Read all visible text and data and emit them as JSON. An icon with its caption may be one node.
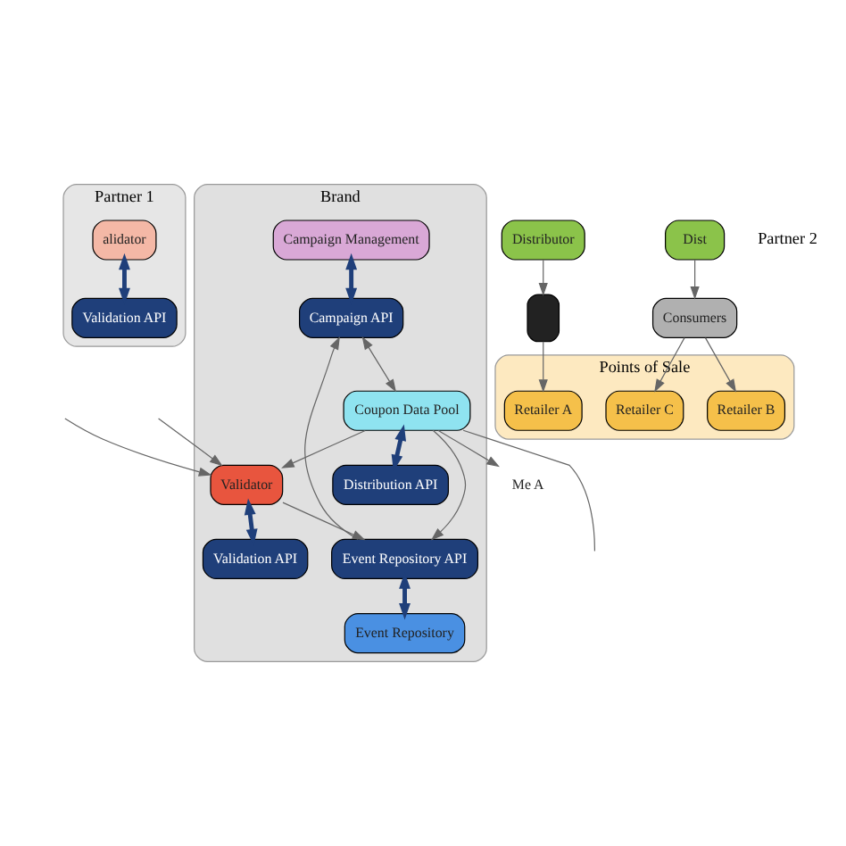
{
  "diagram": {
    "nodes": [
      {
        "text": [
          "Partner 1"
        ]
      },
      {
        "text": [
          "alidator"
        ],
        "in": 0
      },
      {
        "text": [
          "Validation API"
        ],
        "in": 0
      },
      {
        "text": [
          "Brand"
        ]
      },
      {
        "text": [
          "Campaign Management"
        ],
        "in": 3
      },
      {
        "text": [
          "Campaign API"
        ],
        "in": 3
      },
      {
        "text": [
          "Validator"
        ],
        "in": 3
      },
      {
        "text": [
          "Validation API"
        ],
        "in": 3
      },
      {
        "text": [
          "Event Repository API"
        ],
        "in": 3
      },
      {
        "text": [
          "Event Repository"
        ],
        "in": 3
      },
      {
        "text": [
          "Coupon Data Pool"
        ],
        "in": 3
      },
      {
        "text": [
          "Distribution API"
        ],
        "in": 3
      },
      {
        "text": [
          "Points of Sale"
        ]
      },
      {
        "text": [
          "Retailer A"
        ],
        "in": 12
      },
      {
        "text": [
          "Retailer B"
        ],
        "in": 12
      },
      {
        "text": [
          "Retailer C"
        ],
        "in": 12
      },
      {
        "text": [
          "Distributor"
        ]
      },
      {
        "text": [
          "Dist"
        ]
      },
      {
        "text": [
          "Me A"
        ]
      },
      {
        "text": [],
        "shape": "phone"
      },
      {
        "text": [
          "Consumers"
        ]
      }
    ],
    "edges": [
      {
        "from": 1,
        "to": 2,
        "arrow": "both",
        "style": "thick",
        "color": "#1f3f7a"
      },
      {
        "from": 4,
        "to": 5,
        "arrow": "both",
        "style": "thick",
        "color": "#1f3f7a"
      },
      {
        "from": 6,
        "to": 7,
        "arrow": "both",
        "style": "thick",
        "color": "#1f3f7a"
      },
      {
        "from": 8,
        "to": 9,
        "arrow": "both",
        "style": "thick",
        "color": "#1f3f7a"
      },
      {
        "from": 10,
        "to": 11,
        "arrow": "both",
        "style": "thick",
        "color": "#1f3f7a"
      },
      {
        "from": 5,
        "to": 10,
        "arrow": "both"
      },
      {
        "from": 8,
        "to": 5,
        "arrow": "to"
      },
      {
        "from": 10,
        "to": 6,
        "arrow": "to"
      },
      {
        "from": 6,
        "to": 8,
        "arrow": "to"
      },
      {
        "from": 10,
        "to": 8,
        "arrow": "to"
      },
      {
        "from": null,
        "to": 6,
        "arrow": "to"
      },
      {
        "from": null,
        "to": 6,
        "arrow": "to"
      },
      {
        "from": 10,
        "to": 18,
        "arrow": "to"
      },
      {
        "from": 10,
        "to": null,
        "arrow": "none"
      },
      {
        "from": 19,
        "to": 13,
        "arrow": "to"
      },
      {
        "from": 20,
        "to": 14,
        "arrow": "to"
      },
      {
        "from": 20,
        "to": 15,
        "arrow": "to"
      },
      {
        "from": 16,
        "to": 19,
        "arrow": "to"
      },
      {
        "from": 17,
        "to": 20,
        "arrow": "to"
      }
    ],
    "labels": [
      "Partner 2"
    ]
  }
}
